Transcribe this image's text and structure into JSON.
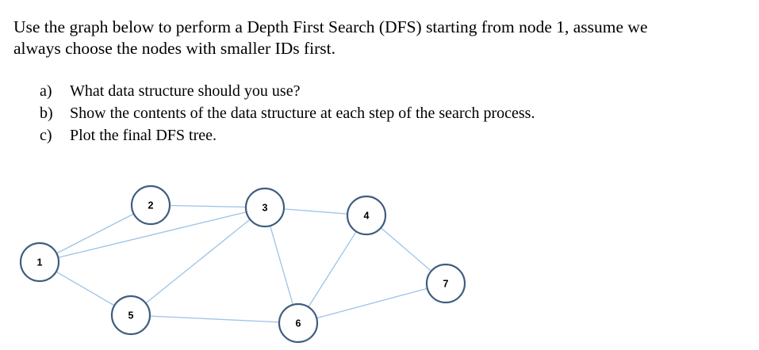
{
  "prompt": {
    "line1": "Use the graph below to perform a Depth First Search (DFS) starting from node 1, assume we",
    "line2": "always choose the nodes with smaller IDs first."
  },
  "questions": [
    {
      "marker": "a)",
      "text": "What data structure should you use?"
    },
    {
      "marker": "b)",
      "text": "Show the contents of the data structure at each step of the search process."
    },
    {
      "marker": "c)",
      "text": "Plot the final DFS tree."
    }
  ],
  "graph": {
    "nodes": [
      {
        "id": "1",
        "label": "1"
      },
      {
        "id": "2",
        "label": "2"
      },
      {
        "id": "3",
        "label": "3"
      },
      {
        "id": "4",
        "label": "4"
      },
      {
        "id": "5",
        "label": "5"
      },
      {
        "id": "6",
        "label": "6"
      },
      {
        "id": "7",
        "label": "7"
      }
    ],
    "edges": [
      [
        "1",
        "2"
      ],
      [
        "1",
        "3"
      ],
      [
        "1",
        "5"
      ],
      [
        "2",
        "3"
      ],
      [
        "3",
        "4"
      ],
      [
        "3",
        "5"
      ],
      [
        "3",
        "6"
      ],
      [
        "4",
        "6"
      ],
      [
        "4",
        "7"
      ],
      [
        "5",
        "6"
      ],
      [
        "6",
        "7"
      ]
    ],
    "colors": {
      "edge": "#9dc3e6",
      "node_border": "#3f5d7e",
      "node_fill": "#ffffff"
    }
  }
}
